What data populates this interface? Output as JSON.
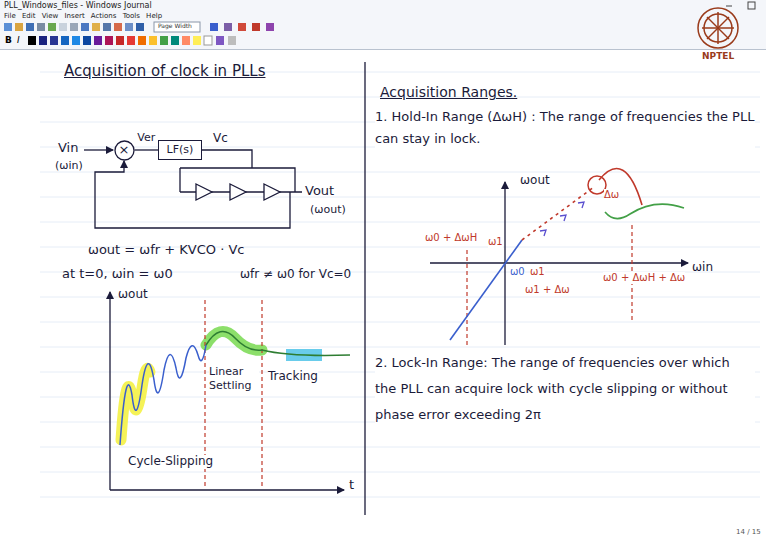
{
  "diagram": {
    "title": "Acquisition of clock in PLLs",
    "nodes": [
      {
        "text": [
          "×"
        ]
      },
      {
        "text": [
          "LF(s)"
        ]
      }
    ],
    "edges": [
      {
        "from": 0,
        "to": 1,
        "label": "Ver",
        "arrow": "none"
      }
    ],
    "labels": [
      "PLL_Windows_files - Windows Journal",
      "File Edit View Insert Actions Tools Help",
      "Page Width",
      "NPTEL",
      "Acquisition Ranges.",
      "1. Hold-In Range (ΔωH) : The range of frequencies the PLL can stay in lock.",
      "Vin",
      "(ωin)",
      "Vc",
      "Vout",
      "(ωout)",
      "ωout = ωfr + KVCO · Vc",
      "at t=0, ωin = ω0",
      "ωfr ≠ ω0 for Vc=0",
      "ωout",
      "Linear Settling",
      "Tracking",
      "Cycle-Slipping",
      "t",
      "ωout",
      "ω0 + ΔωH",
      "ω1",
      "ω0",
      "ω1",
      "Δω",
      "ω1 + Δω",
      "ω0 + ΔωH + Δω",
      "ωin",
      "2. Lock-In Range: The range of frequencies over which the PLL can acquire lock with cycle slipping or without phase error exceeding 2π",
      "14 / 15",
      "B",
      "I"
    ]
  }
}
